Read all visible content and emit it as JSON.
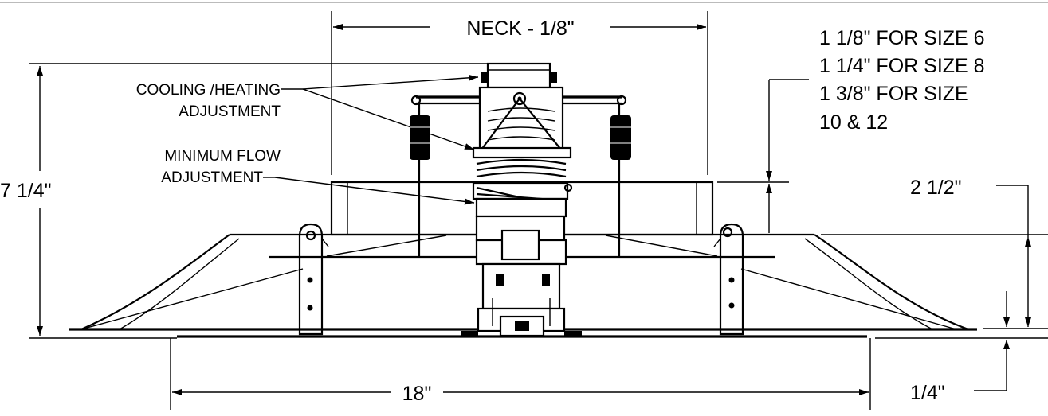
{
  "diagram": {
    "dims": {
      "neck": "NECK - 1/8\"",
      "height_total": "7 1/4\"",
      "width": "18\"",
      "bottom_offset": "1/4\"",
      "collar": "2 1/2\""
    },
    "size_note": {
      "line1": "1 1/8\" FOR SIZE 6",
      "line2": "1 1/4\" FOR SIZE 8",
      "line3": "1 3/8\" FOR SIZE",
      "line4": "10 & 12"
    },
    "callouts": {
      "cooling_line1": "COOLING /HEATING",
      "cooling_line2": "ADJUSTMENT",
      "minflow_line1": "MINIMUM FLOW",
      "minflow_line2": "ADJUSTMENT"
    }
  }
}
